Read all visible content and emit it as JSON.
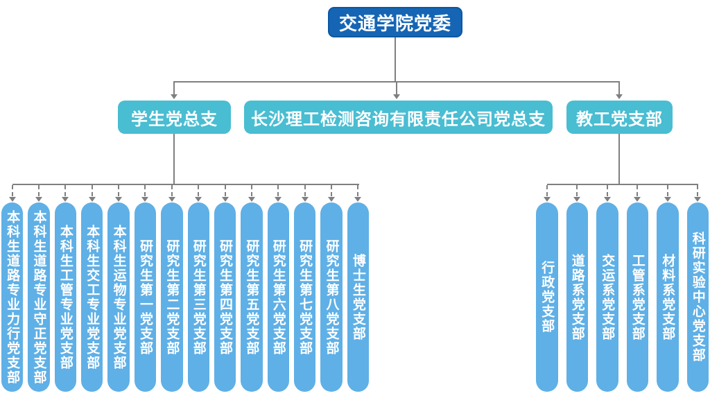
{
  "root": {
    "label": "交通学院党委"
  },
  "level2": [
    {
      "id": "student",
      "label": "学生党总支"
    },
    {
      "id": "company",
      "label": "长沙理工检测咨询有限责任公司党总支"
    },
    {
      "id": "faculty",
      "label": "教工党支部"
    }
  ],
  "branches": {
    "student": [
      "本科生道路专业力行党支部",
      "本科生道路专业守正党支部",
      "本科生工管专业党支部",
      "本科生交工专业党支部",
      "本科生运物专业党支部",
      "研究生第一党支部",
      "研究生第二党支部",
      "研究生第三党支部",
      "研究生第四党支部",
      "研究生第五党支部",
      "研究生第六党支部",
      "研究生第七党支部",
      "研究生第八党支部",
      "博士生党支部"
    ],
    "faculty": [
      "行政党支部",
      "道路系党支部",
      "交运系党支部",
      "工管系党支部",
      "材料系党支部",
      "科研实验中心党支部"
    ]
  },
  "colors": {
    "root_box": "#1565b4",
    "root_border": "#0b57a3",
    "level2_box": "#49bdd2",
    "branch_pill": "#5fb0e6",
    "connector_line": "#7f7f7f",
    "text": "#ffffff"
  }
}
